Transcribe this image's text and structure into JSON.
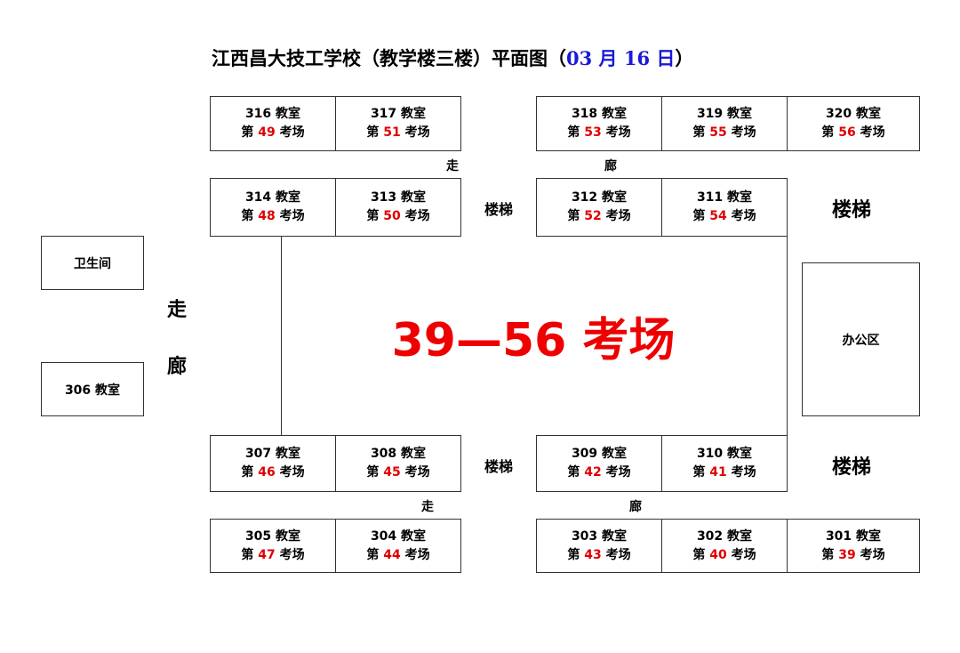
{
  "title": {
    "prefix": "江西昌大技工学校（教学楼三楼）平面图（",
    "date": "03 月 16 日",
    "suffix": "）"
  },
  "rooms": [
    {
      "name": "316 教室",
      "pre": "第 ",
      "num": "49",
      "post": " 考场"
    },
    {
      "name": "317 教室",
      "pre": "第 ",
      "num": "51",
      "post": " 考场"
    },
    {
      "name": "318 教室",
      "pre": "第 ",
      "num": "53",
      "post": " 考场"
    },
    {
      "name": "319 教室",
      "pre": "第 ",
      "num": "55",
      "post": " 考场"
    },
    {
      "name": "320 教室",
      "pre": "第 ",
      "num": "56",
      "post": " 考场"
    },
    {
      "name": "314 教室",
      "pre": "第 ",
      "num": "48",
      "post": " 考场"
    },
    {
      "name": "313 教室",
      "pre": "第 ",
      "num": "50",
      "post": " 考场"
    },
    {
      "name": "312 教室",
      "pre": "第 ",
      "num": "52",
      "post": " 考场"
    },
    {
      "name": "311 教室",
      "pre": "第 ",
      "num": "54",
      "post": " 考场"
    },
    {
      "name": "307 教室",
      "pre": "第 ",
      "num": "46",
      "post": " 考场"
    },
    {
      "name": "308 教室",
      "pre": "第 ",
      "num": "45",
      "post": " 考场"
    },
    {
      "name": "309 教室",
      "pre": "第 ",
      "num": "42",
      "post": " 考场"
    },
    {
      "name": "310 教室",
      "pre": "第 ",
      "num": "41",
      "post": " 考场"
    },
    {
      "name": "305 教室",
      "pre": "第 ",
      "num": "47",
      "post": " 考场"
    },
    {
      "name": "304 教室",
      "pre": "第 ",
      "num": "44",
      "post": " 考场"
    },
    {
      "name": "303 教室",
      "pre": "第 ",
      "num": "43",
      "post": " 考场"
    },
    {
      "name": "302 教室",
      "pre": "第 ",
      "num": "40",
      "post": " 考场"
    },
    {
      "name": "301 教室",
      "pre": "第 ",
      "num": "39",
      "post": " 考场"
    }
  ],
  "labels": {
    "corridor_zou": "走",
    "corridor_lang": "廊",
    "stairs": "楼梯"
  },
  "boxes": {
    "toilet": "卫生间",
    "room306": "306 教室",
    "office": "办公区"
  },
  "center_text": "39—56 考场"
}
